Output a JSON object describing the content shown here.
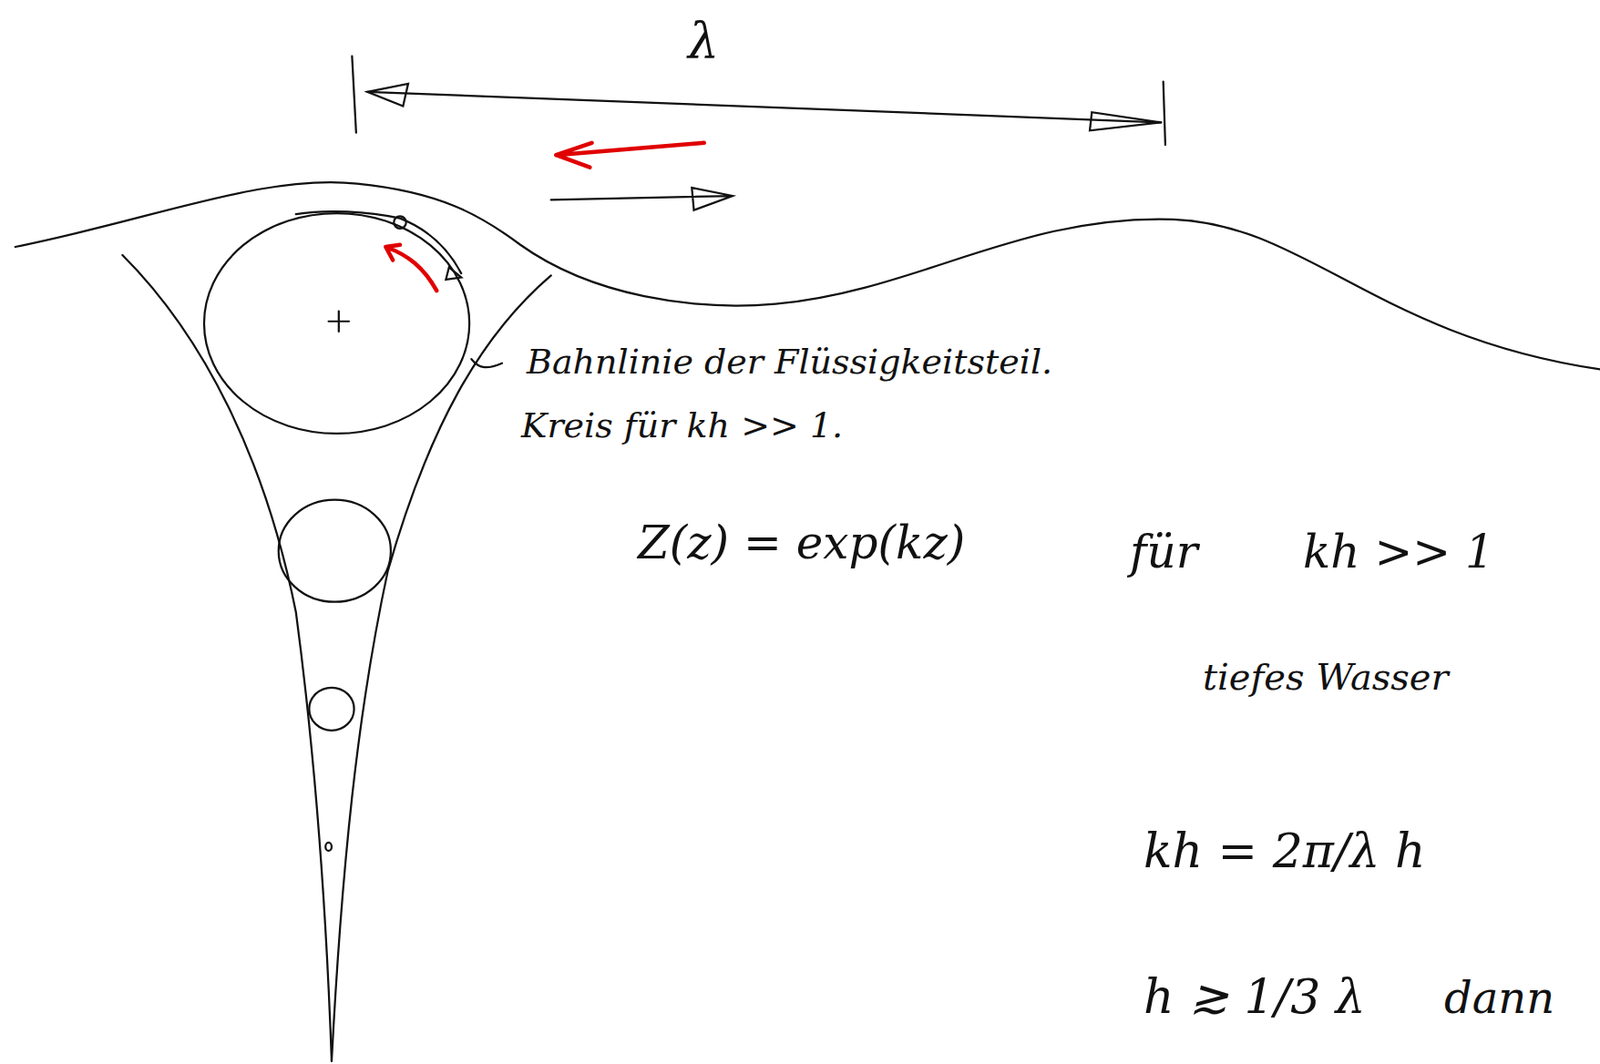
{
  "diagram": {
    "labels": [
      "λ",
      "Bahnlinie der Flüssigkeitsteil.",
      "Kreis für kh >> 1.",
      "Z(z) = exp(kz)",
      "für",
      "kh >> 1",
      "tiefes Wasser",
      "kh = 2π/λ h",
      "h ≳ 1/3 λ",
      "dann"
    ]
  }
}
